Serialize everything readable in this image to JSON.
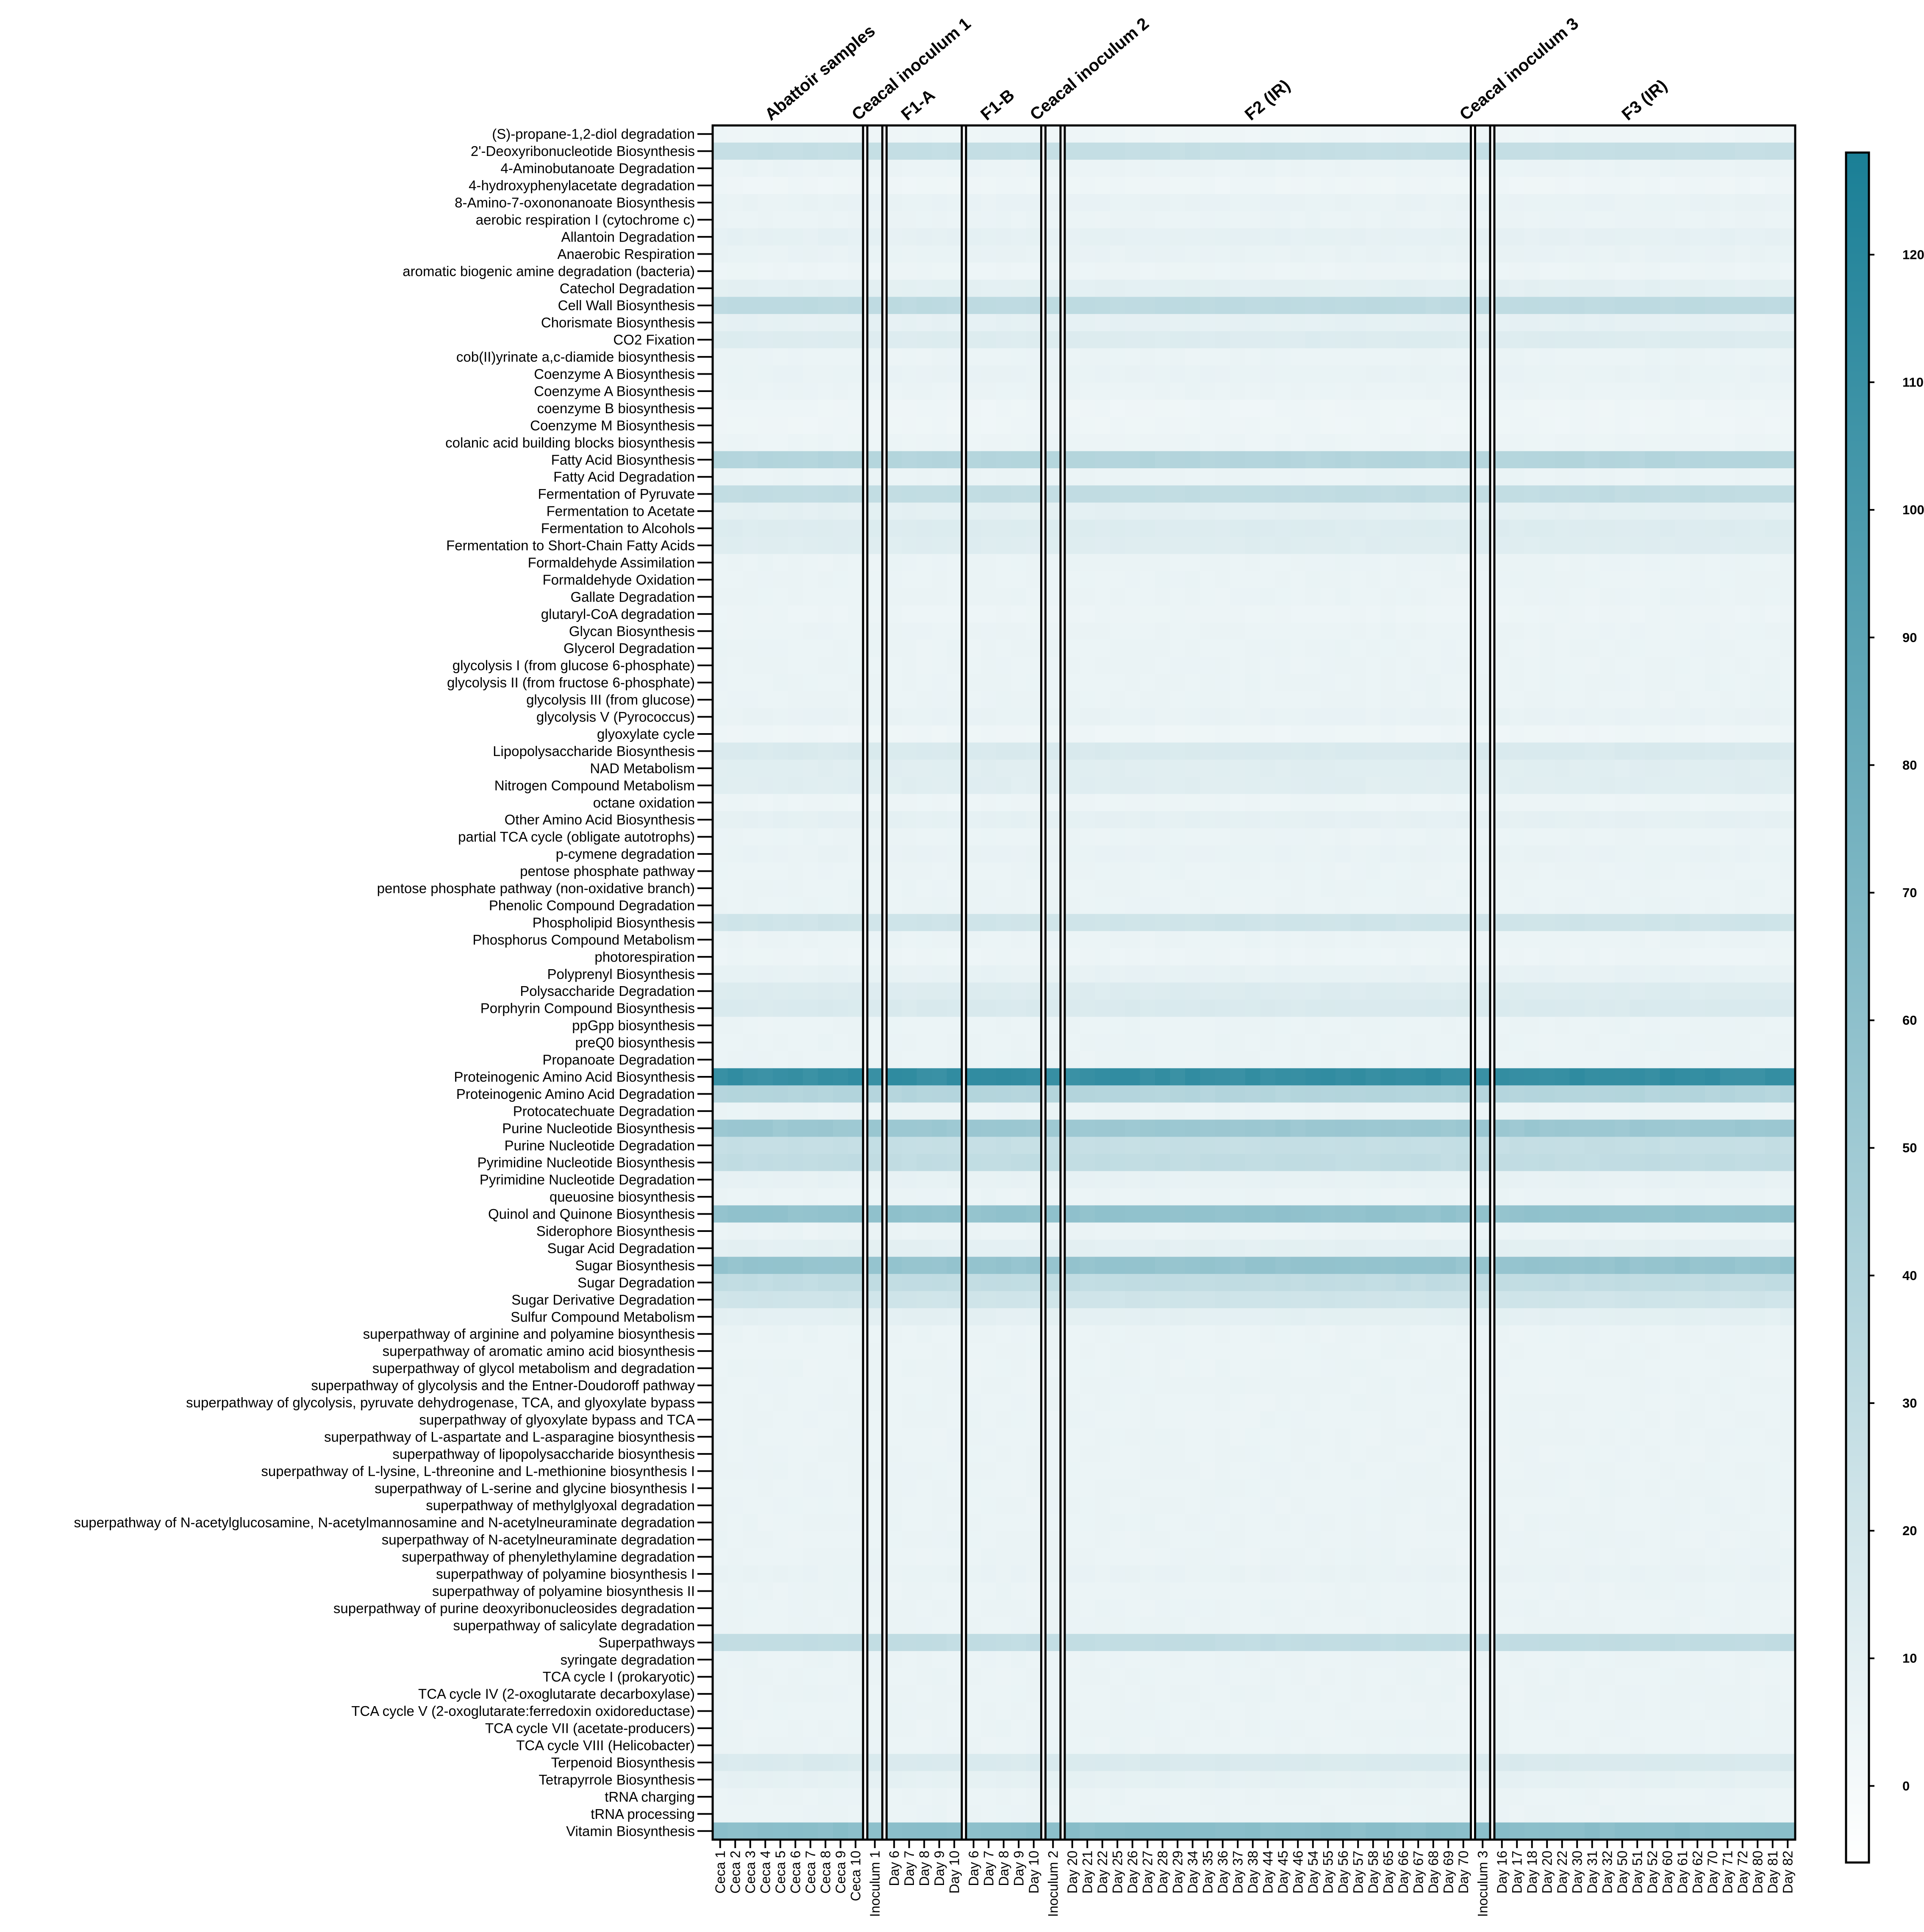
{
  "chart_data": {
    "type": "heatmap",
    "title": "",
    "xlabel": "",
    "ylabel": "",
    "colorbar": {
      "min": -6,
      "max": 128,
      "ticks": [
        0,
        10,
        20,
        30,
        40,
        50,
        60,
        70,
        80,
        90,
        100,
        110,
        120
      ],
      "colors": [
        "#ffffff",
        "#1a7f96"
      ]
    },
    "groups": [
      {
        "label": "Abattoir samples",
        "columns": [
          "Ceca 1",
          "Ceca 2",
          "Ceca 3",
          "Ceca 4",
          "Ceca 5",
          "Ceca 6",
          "Ceca 7",
          "Ceca 8",
          "Ceca 9",
          "Ceca 10"
        ]
      },
      {
        "label": "Ceacal inoculum 1",
        "columns": [
          "Inoculum 1"
        ]
      },
      {
        "label": "F1-A",
        "columns": [
          "Day 6",
          "Day 7",
          "Day 8",
          "Day 9",
          "Day 10"
        ]
      },
      {
        "label": "F1-B",
        "columns": [
          "Day 6",
          "Day 7",
          "Day 8",
          "Day 9",
          "Day 10"
        ]
      },
      {
        "label": "Ceacal inoculum 2",
        "columns": [
          "Inoculum 2"
        ]
      },
      {
        "label": "F2 (IR)",
        "columns": [
          "Day 20",
          "Day 21",
          "Day 22",
          "Day 25",
          "Day 26",
          "Day 27",
          "Day 28",
          "Day 29",
          "Day 34",
          "Day 35",
          "Day 36",
          "Day 37",
          "Day 38",
          "Day 44",
          "Day 45",
          "Day 46",
          "Day 54",
          "Day 55",
          "Day 56",
          "Day 57",
          "Day 58",
          "Day 65",
          "Day 66",
          "Day 67",
          "Day 68",
          "Day 69",
          "Day 70"
        ]
      },
      {
        "label": "Ceacal inoculum 3",
        "columns": [
          "Inoculum 3"
        ]
      },
      {
        "label": "F3 (IR)",
        "columns": [
          "Day 16",
          "Day 17",
          "Day 18",
          "Day 20",
          "Day 22",
          "Day 30",
          "Day 31",
          "Day 32",
          "Day 50",
          "Day 51",
          "Day 52",
          "Day 60",
          "Day 61",
          "Day 62",
          "Day 70",
          "Day 71",
          "Day 72",
          "Day 80",
          "Day 81",
          "Day 82"
        ]
      }
    ],
    "rows": [
      {
        "name": "(S)-propane-1,2-diol degradation",
        "value": 4
      },
      {
        "name": "2'-Deoxyribonucleotide Biosynthesis",
        "value": 28
      },
      {
        "name": "4-Aminobutanoate Degradation",
        "value": 6
      },
      {
        "name": "4-hydroxyphenylacetate degradation",
        "value": 4
      },
      {
        "name": "8-Amino-7-oxononanoate Biosynthesis",
        "value": 7
      },
      {
        "name": "aerobic respiration I (cytochrome c)",
        "value": 6
      },
      {
        "name": "Allantoin Degradation",
        "value": 9
      },
      {
        "name": "Anaerobic Respiration",
        "value": 7
      },
      {
        "name": "aromatic biogenic amine degradation (bacteria)",
        "value": 5
      },
      {
        "name": "Catechol Degradation",
        "value": 10
      },
      {
        "name": "Cell Wall Biosynthesis",
        "value": 32
      },
      {
        "name": "Chorismate Biosynthesis",
        "value": 9
      },
      {
        "name": "CO2 Fixation",
        "value": 14
      },
      {
        "name": "cob(II)yrinate a,c-diamide biosynthesis",
        "value": 6
      },
      {
        "name": "Coenzyme A Biosynthesis",
        "value": 7
      },
      {
        "name": "Coenzyme A Biosynthesis",
        "value": 6
      },
      {
        "name": "coenzyme B biosynthesis",
        "value": 4
      },
      {
        "name": "Coenzyme M Biosynthesis",
        "value": 4
      },
      {
        "name": "colanic acid building blocks biosynthesis",
        "value": 5
      },
      {
        "name": "Fatty Acid Biosynthesis",
        "value": 38
      },
      {
        "name": "Fatty Acid Degradation",
        "value": 6
      },
      {
        "name": "Fermentation of Pyruvate",
        "value": 30
      },
      {
        "name": "Fermentation to Acetate",
        "value": 10
      },
      {
        "name": "Fermentation to Alcohols",
        "value": 14
      },
      {
        "name": "Fermentation to Short-Chain Fatty Acids",
        "value": 13
      },
      {
        "name": "Formaldehyde Assimilation",
        "value": 6
      },
      {
        "name": "Formaldehyde Oxidation",
        "value": 6
      },
      {
        "name": "Gallate Degradation",
        "value": 6
      },
      {
        "name": "glutaryl-CoA degradation",
        "value": 5
      },
      {
        "name": "Glycan Biosynthesis",
        "value": 6
      },
      {
        "name": "Glycerol Degradation",
        "value": 6
      },
      {
        "name": "glycolysis I (from glucose 6-phosphate)",
        "value": 6
      },
      {
        "name": "glycolysis II (from fructose 6-phosphate)",
        "value": 6
      },
      {
        "name": "glycolysis III (from glucose)",
        "value": 6
      },
      {
        "name": "glycolysis V (Pyrococcus)",
        "value": 7
      },
      {
        "name": "glyoxylate cycle",
        "value": 4
      },
      {
        "name": "Lipopolysaccharide Biosynthesis",
        "value": 16
      },
      {
        "name": "NAD Metabolism",
        "value": 12
      },
      {
        "name": "Nitrogen Compound Metabolism",
        "value": 12
      },
      {
        "name": "octane oxidation",
        "value": 5
      },
      {
        "name": "Other Amino Acid Biosynthesis",
        "value": 9
      },
      {
        "name": "partial TCA cycle (obligate autotrophs)",
        "value": 6
      },
      {
        "name": "p-cymene degradation",
        "value": 7
      },
      {
        "name": "pentose phosphate pathway",
        "value": 6
      },
      {
        "name": "pentose phosphate pathway (non-oxidative branch)",
        "value": 6
      },
      {
        "name": "Phenolic Compound Degradation",
        "value": 6
      },
      {
        "name": "Phospholipid Biosynthesis",
        "value": 22
      },
      {
        "name": "Phosphorus Compound Metabolism",
        "value": 6
      },
      {
        "name": "photorespiration",
        "value": 5
      },
      {
        "name": "Polyprenyl Biosynthesis",
        "value": 8
      },
      {
        "name": "Polysaccharide Degradation",
        "value": 14
      },
      {
        "name": "Porphyrin Compound Biosynthesis",
        "value": 16
      },
      {
        "name": "ppGpp biosynthesis",
        "value": 6
      },
      {
        "name": "preQ0 biosynthesis",
        "value": 6
      },
      {
        "name": "Propanoate Degradation",
        "value": 6
      },
      {
        "name": "Proteinogenic Amino Acid Biosynthesis",
        "value": 112
      },
      {
        "name": "Proteinogenic Amino Acid Degradation",
        "value": 38
      },
      {
        "name": "Protocatechuate Degradation",
        "value": 6
      },
      {
        "name": "Purine Nucleotide Biosynthesis",
        "value": 52
      },
      {
        "name": "Purine Nucleotide Degradation",
        "value": 28
      },
      {
        "name": "Pyrimidine Nucleotide Biosynthesis",
        "value": 30
      },
      {
        "name": "Pyrimidine Nucleotide Degradation",
        "value": 8
      },
      {
        "name": "queuosine biosynthesis",
        "value": 6
      },
      {
        "name": "Quinol and Quinone Biosynthesis",
        "value": 58
      },
      {
        "name": "Siderophore Biosynthesis",
        "value": 6
      },
      {
        "name": "Sugar Acid Degradation",
        "value": 10
      },
      {
        "name": "Sugar Biosynthesis",
        "value": 56
      },
      {
        "name": "Sugar Degradation",
        "value": 30
      },
      {
        "name": "Sugar Derivative Degradation",
        "value": 22
      },
      {
        "name": "Sulfur Compound Metabolism",
        "value": 10
      },
      {
        "name": "superpathway of arginine and polyamine biosynthesis",
        "value": 6
      },
      {
        "name": "superpathway of aromatic amino acid biosynthesis",
        "value": 6
      },
      {
        "name": "superpathway of glycol metabolism and degradation",
        "value": 6
      },
      {
        "name": "superpathway of glycolysis and the Entner-Doudoroff pathway",
        "value": 6
      },
      {
        "name": "superpathway of glycolysis, pyruvate dehydrogenase, TCA, and glyoxylate bypass",
        "value": 6
      },
      {
        "name": "superpathway of glyoxylate bypass and TCA",
        "value": 6
      },
      {
        "name": "superpathway of L-aspartate and L-asparagine biosynthesis",
        "value": 6
      },
      {
        "name": "superpathway of lipopolysaccharide biosynthesis",
        "value": 6
      },
      {
        "name": "superpathway of L-lysine, L-threonine and L-methionine biosynthesis I",
        "value": 6
      },
      {
        "name": "superpathway of L-serine and glycine biosynthesis I",
        "value": 6
      },
      {
        "name": "superpathway of methylglyoxal degradation",
        "value": 6
      },
      {
        "name": "superpathway of N-acetylglucosamine, N-acetylmannosamine and N-acetylneuraminate degradation",
        "value": 6
      },
      {
        "name": "superpathway of N-acetylneuraminate degradation",
        "value": 6
      },
      {
        "name": "superpathway of phenylethylamine degradation",
        "value": 6
      },
      {
        "name": "superpathway of polyamine biosynthesis I",
        "value": 7
      },
      {
        "name": "superpathway of polyamine biosynthesis II",
        "value": 6
      },
      {
        "name": "superpathway of purine deoxyribonucleosides degradation",
        "value": 6
      },
      {
        "name": "superpathway of salicylate degradation",
        "value": 6
      },
      {
        "name": "Superpathways",
        "value": 30
      },
      {
        "name": "syringate degradation",
        "value": 6
      },
      {
        "name": "TCA cycle I (prokaryotic)",
        "value": 6
      },
      {
        "name": "TCA cycle IV (2-oxoglutarate decarboxylase)",
        "value": 6
      },
      {
        "name": "TCA cycle V (2-oxoglutarate:ferredoxin oxidoreductase)",
        "value": 6
      },
      {
        "name": "TCA cycle VII (acetate-producers)",
        "value": 6
      },
      {
        "name": "TCA cycle VIII (Helicobacter)",
        "value": 6
      },
      {
        "name": "Terpenoid Biosynthesis",
        "value": 16
      },
      {
        "name": "Tetrapyrrole Biosynthesis",
        "value": 9
      },
      {
        "name": "tRNA charging",
        "value": 6
      },
      {
        "name": "tRNA processing",
        "value": 6
      },
      {
        "name": "Vitamin Biosynthesis",
        "value": 62
      }
    ]
  }
}
